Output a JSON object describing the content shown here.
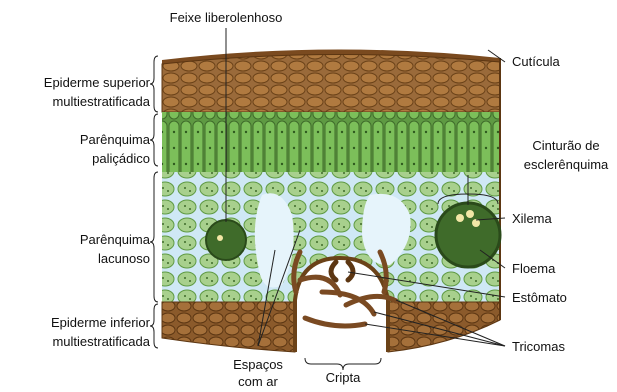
{
  "labels": {
    "top_center": "Feixe liberolenhoso",
    "left": {
      "upper_epidermis": [
        "Epiderme superior",
        "multiestratificada"
      ],
      "palisade": [
        "Parênquima",
        "paliçádico"
      ],
      "spongy": [
        "Parênquima",
        "lacunoso"
      ],
      "lower_epidermis": [
        "Epiderme inferior",
        "multiestratificada"
      ]
    },
    "right": {
      "cuticle": "Cutícula",
      "sclerenchyma": [
        "Cinturão de",
        "esclerênquima"
      ],
      "xylem": "Xilema",
      "phloem": "Floema",
      "stomata": "Estômato",
      "trichomes": "Tricomas"
    },
    "bottom": {
      "air_spaces": [
        "Espaços",
        "com ar"
      ],
      "crypt": "Cripta"
    }
  },
  "colors": {
    "cuticle": "#8a5a2b",
    "upper_epidermis": "#9a6a3a",
    "palisade": "#6aa84f",
    "spongy": "#a8d08d",
    "air_space": "#cfe8f5",
    "bundle": "#3f6b2a",
    "trichome": "#7a4a22",
    "line": "#222222"
  }
}
